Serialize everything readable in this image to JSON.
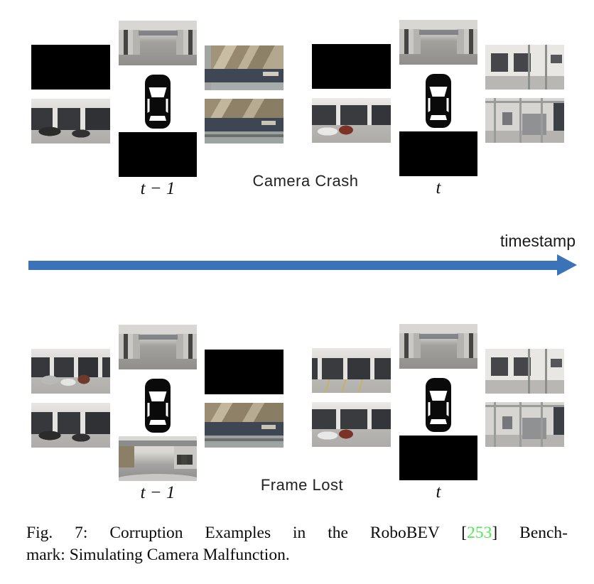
{
  "rows": {
    "camera_crash": {
      "label": "Camera Crash",
      "groups": {
        "t_minus_1": {
          "time_label": "t − 1",
          "tiles": {
            "front": "street-front",
            "front_left": "black",
            "back_left": "parking-trucks",
            "front_right": "mural-1951",
            "back_right": "mural-1940",
            "back": "black"
          }
        },
        "t": {
          "time_label": "t",
          "tiles": {
            "front": "street-front",
            "front_left": "black",
            "back_left": "parking-white-red",
            "front_right": "building-fence",
            "back_right": "fence-cage",
            "back": "black"
          }
        }
      }
    },
    "frame_lost": {
      "label": "Frame Lost",
      "groups": {
        "t_minus_1": {
          "time_label": "t − 1",
          "tiles": {
            "front": "street-front",
            "front_left": "parking-three-cars",
            "back_left": "parking-trucks",
            "front_right": "black",
            "back_right": "mural-1940",
            "back": "street-back"
          }
        },
        "t": {
          "time_label": "t",
          "tiles": {
            "front": "street-front",
            "front_left": "parking-yellow",
            "back_left": "parking-white-red",
            "front_right": "building-fence",
            "back_right": "fence-cage",
            "back": "black"
          }
        }
      }
    }
  },
  "timeline": {
    "label": "timestamp",
    "arrow_color": "#3b73b9"
  },
  "caption": {
    "line1_prefix": "Fig. 7: Corruption Examples in the RoboBEV [",
    "ref_number": "253",
    "line1_suffix": "] Bench-",
    "line2": "mark: Simulating Camera Malfunction.",
    "ref_color": "#54e654"
  },
  "scene_legend": {
    "black": "blacked-out corrupted camera frame",
    "street-front": "front camera: street between buildings with overhead bridge",
    "street-back": "back camera: street under bridge with car hood",
    "parking-trucks": "dark pickup truck and sedan before garage doors",
    "parking-white-red": "white car and red SUV before garage doors",
    "parking-three-cars": "silver, white and red cars parked at building",
    "parking-yellow": "garage doors with yellow lines on pavement",
    "mural-1951": "sepia wall mural with 1951 banner",
    "mural-1940": "sepia wall mural with 1940 banner",
    "building-fence": "white building, garage doors behind metal fence posts",
    "fence-cage": "grey chain-link cage enclosure"
  },
  "icons": {
    "ego_car": "car-top-view",
    "timeline_arrow": "right-arrow"
  }
}
